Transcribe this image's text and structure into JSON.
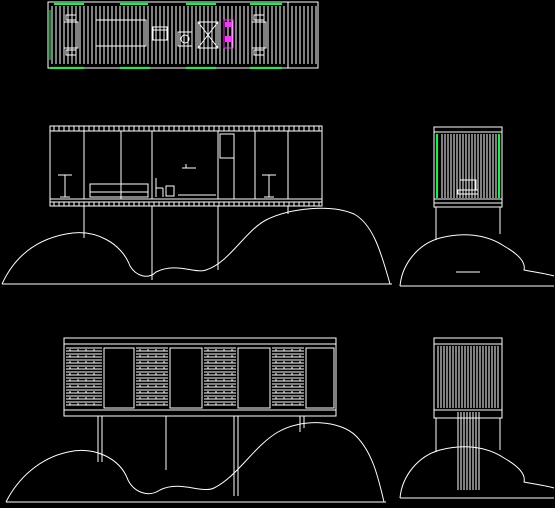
{
  "drawing": {
    "background": "#000000",
    "line_color": "#ffffff",
    "glazing_color": "#00ff3c",
    "highlight_color": "#ff33ff"
  },
  "views": [
    {
      "id": "plan",
      "kind": "floor-plan"
    },
    {
      "id": "section-long",
      "kind": "longitudinal-section"
    },
    {
      "id": "section-cross",
      "kind": "cross-section"
    },
    {
      "id": "elevation-long",
      "kind": "longitudinal-elevation"
    },
    {
      "id": "elevation-end",
      "kind": "end-elevation"
    }
  ]
}
